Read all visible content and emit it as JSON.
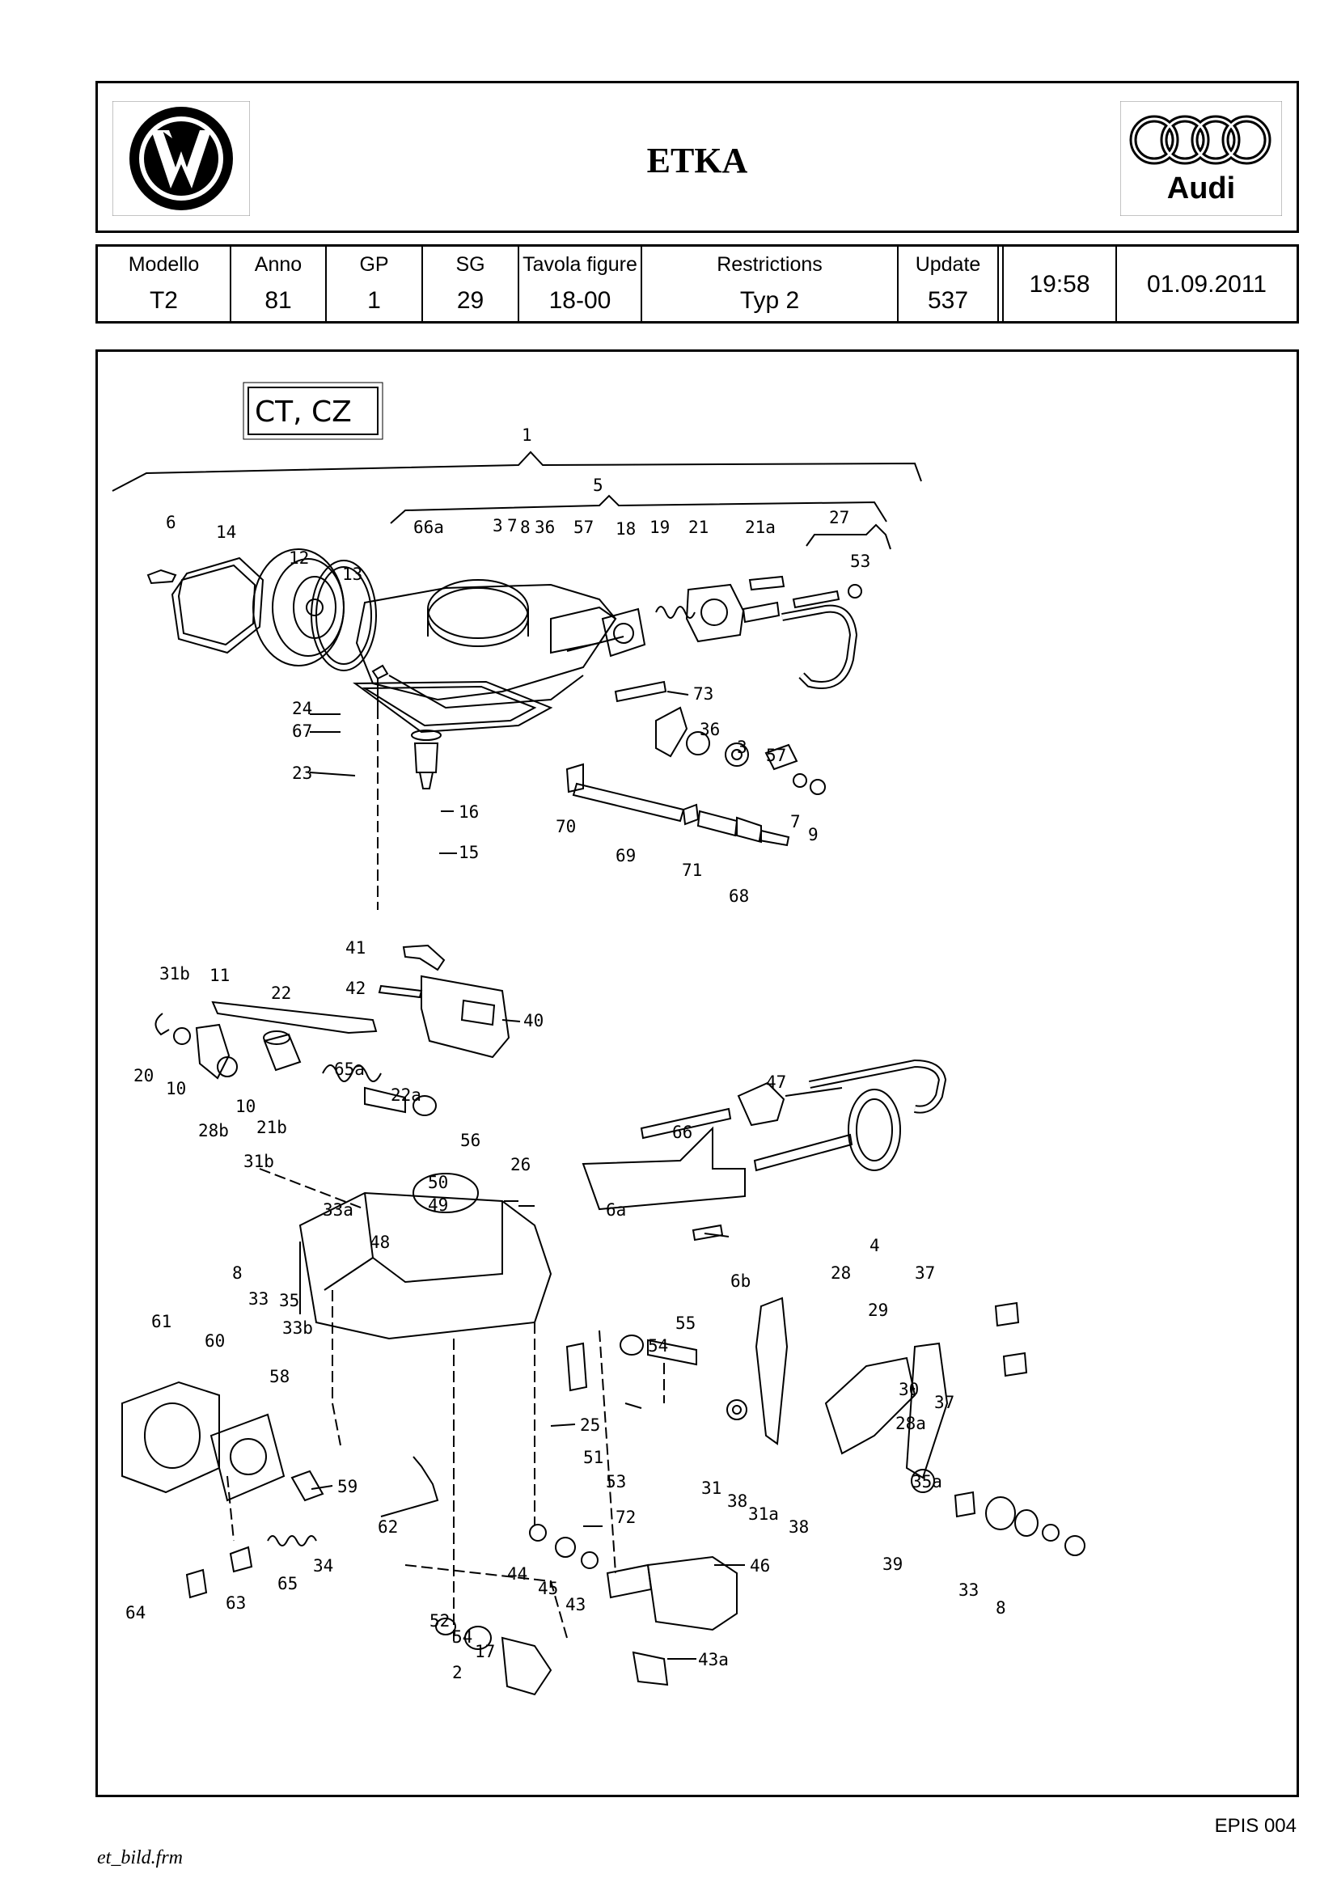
{
  "header": {
    "title": "ETKA",
    "logo_left": "vw-logo",
    "logo_right": "audi-logo",
    "audi_text": "Audi"
  },
  "info": {
    "modello_label": "Modello",
    "modello_value": "T2",
    "anno_label": "Anno",
    "anno_value": "81",
    "gp_label": "GP",
    "gp_value": "1",
    "sg_label": "SG",
    "sg_value": "29",
    "tavola_label": "Tavola figure",
    "tavola_value": "18-00",
    "restrictions_label": "Restrictions",
    "restrictions_value": "Typ 2",
    "update_label": "Update",
    "update_value": "537",
    "time": "19:58",
    "date": "01.09.2011"
  },
  "drawing": {
    "engine_codes": "CT, CZ",
    "part_labels": [
      "1",
      "5",
      "6",
      "14",
      "12",
      "13",
      "66a",
      "3",
      "7",
      "8",
      "36",
      "57",
      "18",
      "19",
      "21",
      "21a",
      "27",
      "53",
      "24",
      "67",
      "23",
      "73",
      "36",
      "3",
      "57",
      "16",
      "70",
      "69",
      "7",
      "9",
      "15",
      "71",
      "68",
      "41",
      "42",
      "40",
      "31b",
      "11",
      "22",
      "20",
      "10",
      "10",
      "28b",
      "21b",
      "65a",
      "22a",
      "47",
      "66",
      "56",
      "26",
      "31b",
      "50",
      "49",
      "33a",
      "6a",
      "48",
      "8",
      "33",
      "35",
      "33b",
      "6b",
      "4",
      "28",
      "37",
      "29",
      "55",
      "54",
      "61",
      "60",
      "58",
      "25",
      "30",
      "37",
      "28a",
      "31",
      "38",
      "31a",
      "38",
      "59",
      "51",
      "53",
      "72",
      "35a",
      "62",
      "63",
      "65",
      "34",
      "44",
      "45",
      "43",
      "46",
      "39",
      "33",
      "8",
      "64",
      "52",
      "54",
      "17",
      "2",
      "43a"
    ]
  },
  "footer": {
    "code": "EPIS 004",
    "file": "et_bild.frm"
  }
}
